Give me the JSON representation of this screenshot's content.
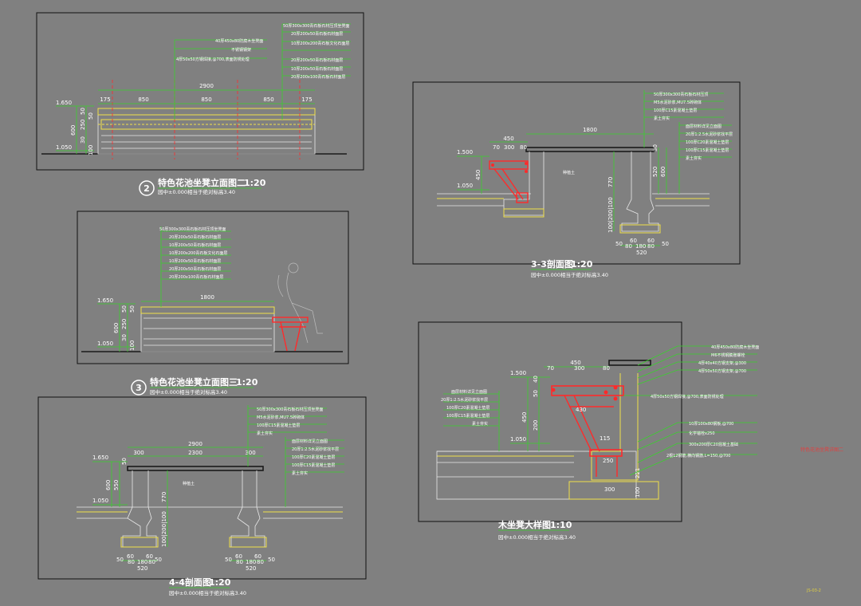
{
  "colors": {
    "background": "#808080",
    "frame": "#111111",
    "text": "#ffffff",
    "leader": "#39d12c",
    "outline": "#f0e04a",
    "steel": "#ff2a2a"
  },
  "common": {
    "level_1650": "1.650",
    "level_1050": "1.050",
    "level_1500": "1.500",
    "elev_note": "园中±0.000相当于绝对标高3.40"
  },
  "elevation2": {
    "title": "特色花池坐凳立面图二",
    "number": "2",
    "scale": "1:20",
    "total": "2900",
    "dims": [
      "175",
      "850",
      "850",
      "850",
      "175"
    ],
    "vdims": [
      "50",
      "250",
      "30",
      "50",
      "100"
    ],
    "left_dim": "600",
    "notes": [
      "50厚300x300青石板石材压顶坐凳面",
      "40厚450x80防腐木坐凳面",
      "20厚200x50青石板石材面层",
      "不锈钢钢架",
      "10厚200x200青石板文化石面层",
      "4厚50x50方钢焊接,@700,表面防锈处理",
      "20厚200x50青石板石材面层",
      "10厚200x50青石板石材面层",
      "20厚200x100青石板石材面层"
    ]
  },
  "elevation3": {
    "title": "特色花池坐凳立面图三",
    "number": "3",
    "scale": "1:20",
    "width": "1800",
    "vdims": [
      "50",
      "250",
      "30",
      "50",
      "100"
    ],
    "left_dim": "600",
    "notes": [
      "50厚300x300青石板石材压顶坐凳面",
      "20厚200x50青石板石材面层",
      "10厚200x50青石板石材面层",
      "10厚200x200青石板文化石面层",
      "10厚200x50青石板石材面层",
      "20厚200x50青石板石材面层",
      "20厚200x100青石板石材面层"
    ]
  },
  "section33": {
    "title": "3-3剖面图",
    "scale": "1:20",
    "width": "1800",
    "dims": [
      "450",
      "70",
      "300",
      "80"
    ],
    "vdims": [
      "30",
      "520",
      "600",
      "770",
      "100",
      "200",
      "100",
      "450"
    ],
    "base_dims": [
      "50",
      "60",
      "60",
      "50",
      "80",
      "180",
      "80",
      "520"
    ],
    "planting": "种植土",
    "notes_top": [
      "50厚300x300青石板石材压顶",
      "M5水泥砂浆,MU7.5砖砌体",
      "100厚C15素混凝土垫层",
      "素土夯实"
    ],
    "notes_mid": [
      "面层材料详见立面图",
      "20厚1:2.5水泥砂浆找平层",
      "100厚C20素混凝土垫层",
      "100厚C15素混凝土垫层",
      "素土夯实"
    ]
  },
  "section44": {
    "title": "4-4剖面图",
    "scale": "1:20",
    "total": "2900",
    "dims": [
      "300",
      "2300",
      "300"
    ],
    "vdims": [
      "50",
      "550",
      "600",
      "770",
      "100",
      "200",
      "100"
    ],
    "base_dims": [
      "50",
      "60",
      "60",
      "50",
      "80",
      "180",
      "80",
      "520"
    ],
    "planting": "种植土",
    "notes_top": [
      "50厚300x300青石板石材压顶坐凳面",
      "M5水泥砂浆,MU7.5砖砌体",
      "100厚C15素混凝土垫层",
      "素土夯实"
    ],
    "notes_mid": [
      "面层材料详见立面图",
      "20厚1:2.5水泥砂浆找平层",
      "100厚C20素混凝土垫层",
      "100厚C15素混凝土垫层",
      "素土夯实"
    ]
  },
  "detail": {
    "title": "木坐凳大样图",
    "scale": "1:10",
    "dims": [
      "450",
      "70",
      "300",
      "80"
    ],
    "inner": [
      "430",
      "115",
      "250",
      "300"
    ],
    "vdims": [
      "50",
      "40",
      "200",
      "450",
      "221",
      "100"
    ],
    "notes_right": [
      "40厚450x80防腐木坐凳面",
      "M6不锈钢膨胀螺栓",
      "4厚40x40方钢支架,@300",
      "4厚50x50方钢支架,@700",
      "4厚50x50方钢焊接,@700,表面防锈处理",
      "10厚100x80钢板,@700",
      "化学锚栓x250",
      "300x200厚C20混凝土基础",
      "2根12钢筋,横向钢筋,L=150,@700"
    ],
    "notes_left": [
      "面层材料详见立面图",
      "20厚1:2.5水泥砂浆找平层",
      "100厚C20素混凝土垫层",
      "100厚C15素混凝土垫层",
      "素土夯实"
    ]
  },
  "side_label": "特色花池坐凳详图二",
  "sheet_no": "JS-03-2"
}
